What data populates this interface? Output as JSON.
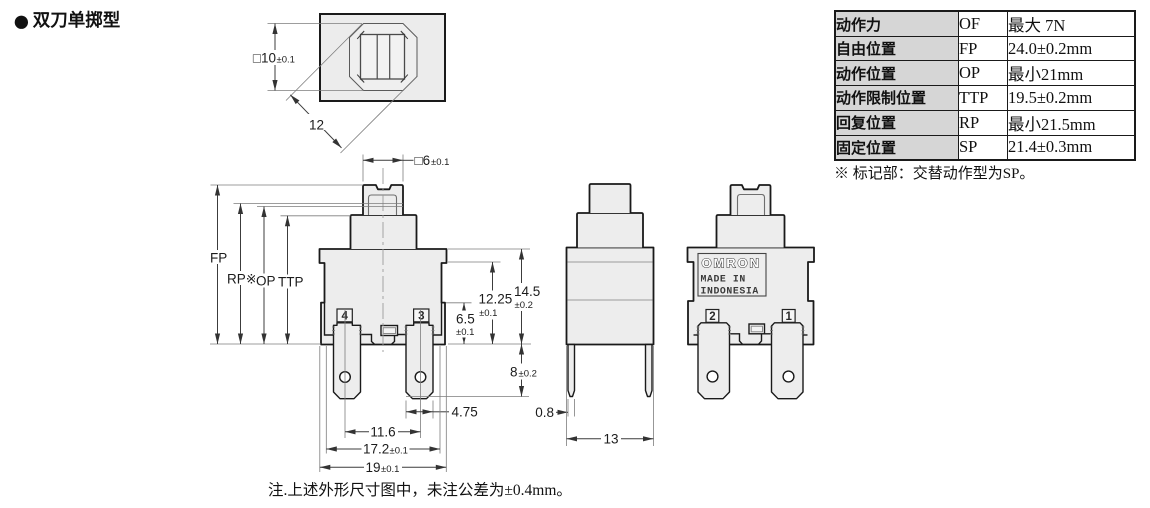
{
  "page_title_bullet": "●",
  "page_title_text": "双刀单掷型",
  "spec_table": {
    "rows": [
      {
        "name": "动作力",
        "symbol": "OF",
        "value": "最大 7N"
      },
      {
        "name": "自由位置",
        "symbol": "FP",
        "value": "24.0±0.2mm"
      },
      {
        "name": "动作位置",
        "symbol": "OP",
        "value": "最小21mm"
      },
      {
        "name": "动作限制位置",
        "symbol": "TTP",
        "value": "19.5±0.2mm"
      },
      {
        "name": "回复位置",
        "symbol": "RP",
        "value": "最小21.5mm"
      },
      {
        "name": "固定位置",
        "symbol": "SP",
        "value": "21.4±0.3mm"
      }
    ],
    "footnote": "※ 标记部：交替动作型为SP。"
  },
  "bottom_note": "注.上述外形尺寸图中，未注公差为±0.4mm。",
  "top_view": {
    "dim_square10_main": "□10",
    "dim_square10_tol": "±0.1",
    "dim_diagonal": "12"
  },
  "front_view": {
    "dim_square6_main": "□6",
    "dim_square6_tol": "±0.1",
    "pos_fp": "FP",
    "pos_rp": "RP※",
    "pos_op": "OP",
    "pos_ttp": "TTP",
    "dim_14_5_main": "14.5",
    "dim_14_5_tol": "±0.2",
    "dim_12_25_main": "12.25",
    "dim_12_25_tol": "±0.1",
    "dim_6_5_main": "6.5",
    "dim_6_5_tol": "±0.1",
    "dim_8_main": "8",
    "dim_8_tol": "±0.2",
    "dim_4_75": "4.75",
    "dim_11_6": "11.6",
    "dim_17_2_main": "17.2",
    "dim_17_2_tol": "±0.1",
    "dim_19_main": "19",
    "dim_19_tol": "±0.1",
    "terminal_left": "4",
    "terminal_right": "3"
  },
  "side_view": {
    "dim_0_8": "0.8",
    "dim_13": "13"
  },
  "back_view": {
    "brand": "OMRON",
    "made_in_line1": "MADE IN",
    "made_in_line2": "INDONESIA",
    "terminal_left": "2",
    "terminal_right": "1"
  },
  "colors": {
    "part_fill": "#ededed",
    "line": "#1a1a1a",
    "dim": "#3c3c3c",
    "table_header_bg": "#d6d6d6"
  }
}
